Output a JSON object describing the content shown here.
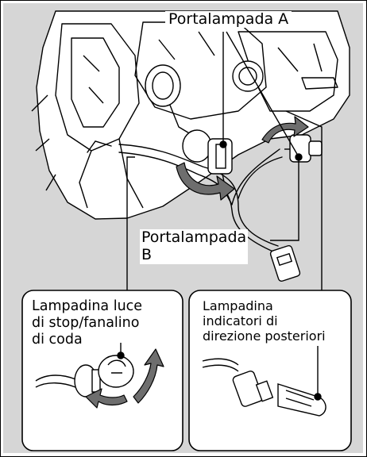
{
  "labels": {
    "portalampada_a": "Portalampada A",
    "portalampada_b_line1": "Portalampada",
    "portalampada_b_line2": "B",
    "stop_tail_bulb": [
      "Lampadina luce",
      "di stop/fanalino",
      "di coda"
    ],
    "turn_signal_bulb": [
      "Lampadina",
      "indicatori di",
      "direzione posteriori"
    ]
  },
  "colors": {
    "background": "#ffffff",
    "panel_fill": "#d6d6d6",
    "callout_fill": "#ffffff",
    "line": "#000000",
    "arrow_fill": "#6e6e6e"
  }
}
